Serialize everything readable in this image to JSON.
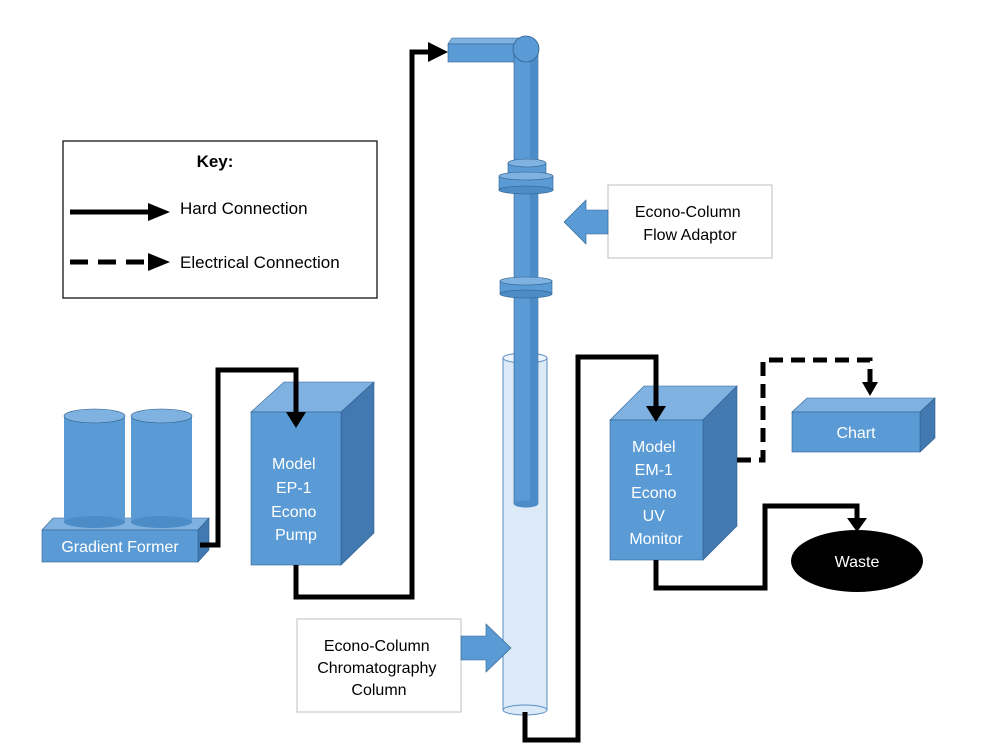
{
  "key": {
    "title": "Key:",
    "hard": "Hard Connection",
    "electrical": "Electrical Connection"
  },
  "gradient_former": {
    "label": "Gradient Former"
  },
  "pump": {
    "lines": [
      "Model",
      "EP-1",
      "Econo",
      "Pump"
    ]
  },
  "flow_adaptor": {
    "lines": [
      "Econo-Column",
      "Flow Adaptor"
    ]
  },
  "column": {
    "lines": [
      "Econo-Column",
      "Chromatography",
      "Column"
    ]
  },
  "monitor": {
    "lines": [
      "Model",
      "EM-1",
      "Econo",
      "UV",
      "Monitor"
    ]
  },
  "chart": {
    "label": "Chart"
  },
  "waste": {
    "label": "Waste"
  },
  "colors": {
    "box_front": "#5B9BD5",
    "box_top": "#7FB2E0",
    "box_side": "#4279B0",
    "column_glass": "#DCE9F6",
    "line": "#000000"
  }
}
